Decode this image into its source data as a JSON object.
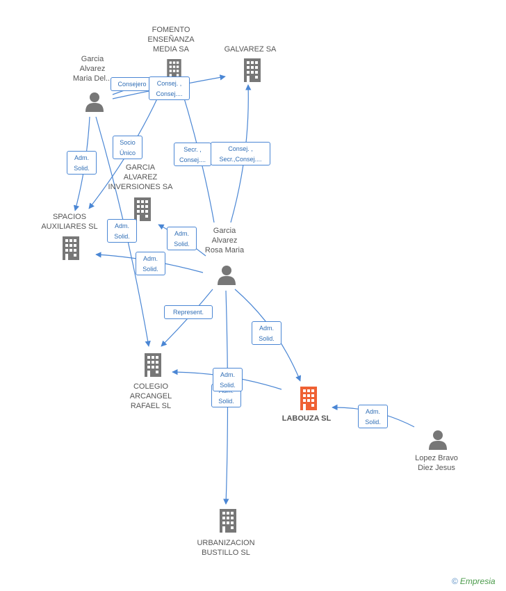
{
  "colors": {
    "edge": "#4a86d4",
    "node": "#777777",
    "main_node": "#ef6133",
    "label_text": "#555555",
    "box_text": "#2f6db5"
  },
  "nodes": [
    {
      "id": "fomento",
      "label": "FOMENTO\nENSEÑANZA\nMEDIA SA",
      "kind": "company"
    },
    {
      "id": "galvarez",
      "label": "GALVAREZ SA",
      "kind": "company"
    },
    {
      "id": "garcia_maria",
      "label": "Garcia\nAlvarez\nMaria Del...",
      "kind": "person"
    },
    {
      "id": "garcia_inversiones",
      "label": "GARCIA\nALVAREZ\nINVERSIONES SA",
      "kind": "company"
    },
    {
      "id": "spacios",
      "label": "SPACIOS\nAUXILIARES SL",
      "kind": "company"
    },
    {
      "id": "garcia_rosa",
      "label": "Garcia\nAlvarez\nRosa Maria",
      "kind": "person"
    },
    {
      "id": "colegio",
      "label": "COLEGIO\nARCANGEL\nRAFAEL SL",
      "kind": "company"
    },
    {
      "id": "labouza",
      "label": "LABOUZA SL",
      "kind": "main"
    },
    {
      "id": "lopez",
      "label": "Lopez Bravo\nDiez Jesus",
      "kind": "person"
    },
    {
      "id": "urbanizacion",
      "label": "URBANIZACION\nBUSTILLO SL",
      "kind": "company"
    }
  ],
  "edge_labels": [
    {
      "id": "e1",
      "text": "Consejero"
    },
    {
      "id": "e2",
      "text": "Consej. ,\nConsej...."
    },
    {
      "id": "e3",
      "text": "Socio\nÚnico"
    },
    {
      "id": "e4",
      "text": "Adm.\nSolid."
    },
    {
      "id": "e5",
      "text": "Secr. ,\nConsej...."
    },
    {
      "id": "e6",
      "text": "Consej. ,\nSecr.,Consej...."
    },
    {
      "id": "e7",
      "text": "Adm.\nSolid."
    },
    {
      "id": "e8",
      "text": "Adm.\nSolid."
    },
    {
      "id": "e9",
      "text": "Adm.\nSolid."
    },
    {
      "id": "e10",
      "text": "Represent."
    },
    {
      "id": "e11",
      "text": "Adm.\nSolid."
    },
    {
      "id": "e12",
      "text": "Adm.\nSolid."
    },
    {
      "id": "e13",
      "text": "Adm.\nSolid."
    },
    {
      "id": "e14",
      "text": "Adm.\nSolid."
    }
  ],
  "brand": {
    "copyright": "©",
    "name": "Empresia"
  }
}
